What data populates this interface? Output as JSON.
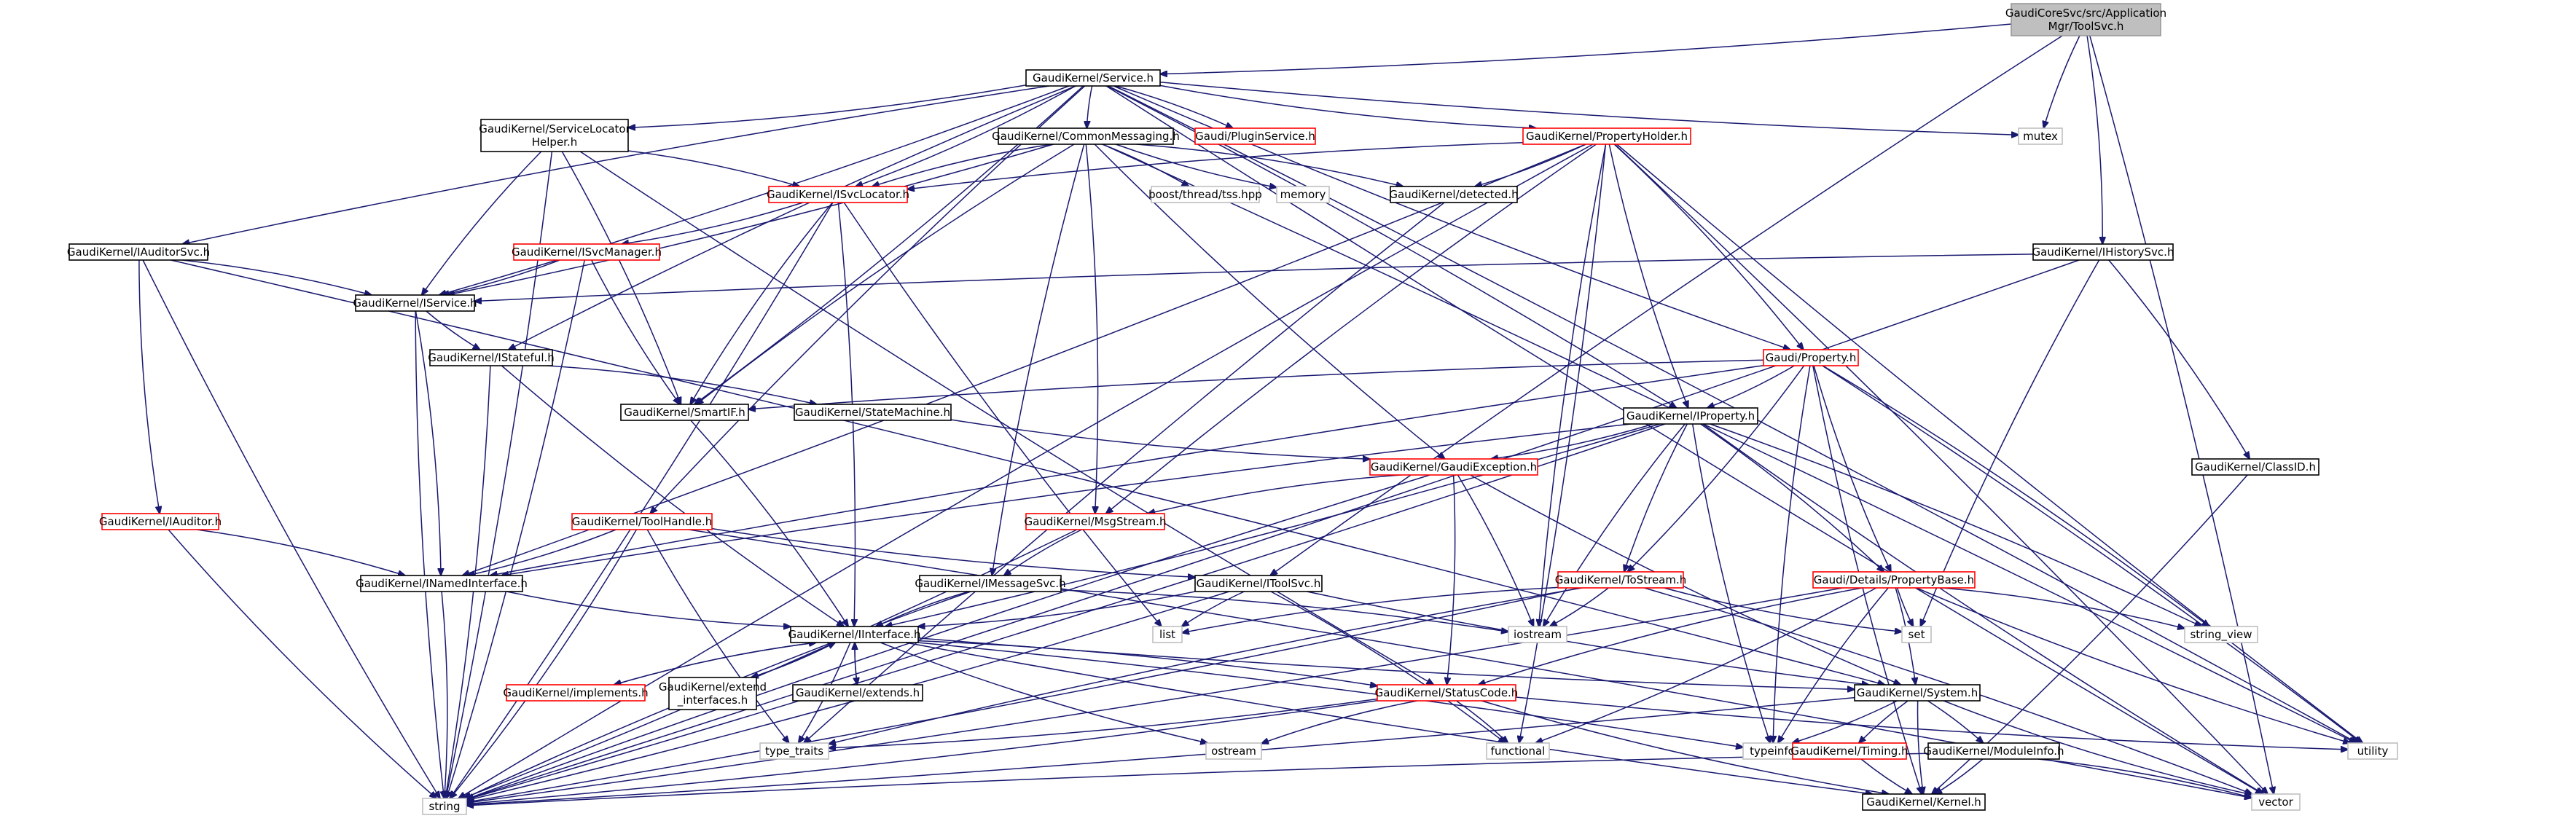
{
  "colors": {
    "edge": "#191970",
    "normal_border": "#000000",
    "error_border": "#ff0000",
    "header_border": "#999999",
    "header_fill": "#bfbfbf",
    "system_border": "#bfbfbf"
  },
  "nodes": [
    {
      "id": "toolsvc",
      "lines": [
        "GaudiCoreSvc/src/Application",
        "Mgr/ToolSvc.h"
      ],
      "kind": "header"
    },
    {
      "id": "service",
      "lines": [
        "GaudiKernel/Service.h"
      ],
      "kind": "normal"
    },
    {
      "id": "mutex",
      "lines": [
        "mutex"
      ],
      "kind": "system"
    },
    {
      "id": "ihistorysvc",
      "lines": [
        "GaudiKernel/IHistorySvc.h"
      ],
      "kind": "normal"
    },
    {
      "id": "vector",
      "lines": [
        "vector"
      ],
      "kind": "system"
    },
    {
      "id": "slhelper",
      "lines": [
        "GaudiKernel/ServiceLocator",
        "Helper.h"
      ],
      "kind": "normal"
    },
    {
      "id": "cmsg",
      "lines": [
        "GaudiKernel/CommonMessaging.h"
      ],
      "kind": "normal"
    },
    {
      "id": "pluginsvc",
      "lines": [
        "Gaudi/PluginService.h"
      ],
      "kind": "error"
    },
    {
      "id": "propholder",
      "lines": [
        "GaudiKernel/PropertyHolder.h"
      ],
      "kind": "error"
    },
    {
      "id": "isvcloc",
      "lines": [
        "GaudiKernel/ISvcLocator.h"
      ],
      "kind": "error"
    },
    {
      "id": "tss",
      "lines": [
        "boost/thread/tss.hpp"
      ],
      "kind": "system"
    },
    {
      "id": "memory",
      "lines": [
        "memory"
      ],
      "kind": "system"
    },
    {
      "id": "detected",
      "lines": [
        "GaudiKernel/detected.h"
      ],
      "kind": "normal"
    },
    {
      "id": "iauditorsvc",
      "lines": [
        "GaudiKernel/IAuditorSvc.h"
      ],
      "kind": "normal"
    },
    {
      "id": "isvcmgr",
      "lines": [
        "GaudiKernel/ISvcManager.h"
      ],
      "kind": "error"
    },
    {
      "id": "iservice",
      "lines": [
        "GaudiKernel/IService.h"
      ],
      "kind": "normal"
    },
    {
      "id": "istateful",
      "lines": [
        "GaudiKernel/IStateful.h"
      ],
      "kind": "normal"
    },
    {
      "id": "property",
      "lines": [
        "Gaudi/Property.h"
      ],
      "kind": "error"
    },
    {
      "id": "smartif",
      "lines": [
        "GaudiKernel/SmartIF.h"
      ],
      "kind": "normal"
    },
    {
      "id": "statemachine",
      "lines": [
        "GaudiKernel/StateMachine.h"
      ],
      "kind": "normal"
    },
    {
      "id": "iproperty",
      "lines": [
        "GaudiKernel/IProperty.h"
      ],
      "kind": "normal"
    },
    {
      "id": "classid",
      "lines": [
        "GaudiKernel/ClassID.h"
      ],
      "kind": "normal"
    },
    {
      "id": "gexc",
      "lines": [
        "GaudiKernel/GaudiException.h"
      ],
      "kind": "error"
    },
    {
      "id": "iauditor",
      "lines": [
        "GaudiKernel/IAuditor.h"
      ],
      "kind": "error"
    },
    {
      "id": "toolhandle",
      "lines": [
        "GaudiKernel/ToolHandle.h"
      ],
      "kind": "error"
    },
    {
      "id": "msgstream",
      "lines": [
        "GaudiKernel/MsgStream.h"
      ],
      "kind": "error"
    },
    {
      "id": "inamed",
      "lines": [
        "GaudiKernel/INamedInterface.h"
      ],
      "kind": "normal"
    },
    {
      "id": "imsgsvc",
      "lines": [
        "GaudiKernel/IMessageSvc.h"
      ],
      "kind": "normal"
    },
    {
      "id": "itoolsvc",
      "lines": [
        "GaudiKernel/IToolSvc.h"
      ],
      "kind": "normal"
    },
    {
      "id": "tostream",
      "lines": [
        "GaudiKernel/ToStream.h"
      ],
      "kind": "error"
    },
    {
      "id": "propbase",
      "lines": [
        "Gaudi/Details/PropertyBase.h"
      ],
      "kind": "error"
    },
    {
      "id": "iinterface",
      "lines": [
        "GaudiKernel/IInterface.h"
      ],
      "kind": "normal"
    },
    {
      "id": "list",
      "lines": [
        "list"
      ],
      "kind": "system"
    },
    {
      "id": "iostream",
      "lines": [
        "iostream"
      ],
      "kind": "system"
    },
    {
      "id": "set",
      "lines": [
        "set"
      ],
      "kind": "system"
    },
    {
      "id": "string_view",
      "lines": [
        "string_view"
      ],
      "kind": "system"
    },
    {
      "id": "implements",
      "lines": [
        "GaudiKernel/implements.h"
      ],
      "kind": "error"
    },
    {
      "id": "extendif",
      "lines": [
        "GaudiKernel/extend",
        "_interfaces.h"
      ],
      "kind": "normal"
    },
    {
      "id": "extends",
      "lines": [
        "GaudiKernel/extends.h"
      ],
      "kind": "normal"
    },
    {
      "id": "statuscode",
      "lines": [
        "GaudiKernel/StatusCode.h"
      ],
      "kind": "error"
    },
    {
      "id": "system",
      "lines": [
        "GaudiKernel/System.h"
      ],
      "kind": "normal"
    },
    {
      "id": "type_traits",
      "lines": [
        "type_traits"
      ],
      "kind": "system"
    },
    {
      "id": "ostream",
      "lines": [
        "ostream"
      ],
      "kind": "system"
    },
    {
      "id": "functional",
      "lines": [
        "functional"
      ],
      "kind": "system"
    },
    {
      "id": "typeinfo",
      "lines": [
        "typeinfo"
      ],
      "kind": "system"
    },
    {
      "id": "utility",
      "lines": [
        "utility"
      ],
      "kind": "system"
    },
    {
      "id": "timing",
      "lines": [
        "GaudiKernel/Timing.h"
      ],
      "kind": "error"
    },
    {
      "id": "moduleinfo",
      "lines": [
        "GaudiKernel/ModuleInfo.h"
      ],
      "kind": "normal"
    },
    {
      "id": "string",
      "lines": [
        "string"
      ],
      "kind": "system"
    },
    {
      "id": "kernel",
      "lines": [
        "GaudiKernel/Kernel.h"
      ],
      "kind": "normal"
    }
  ],
  "edges": [
    [
      "toolsvc",
      "service"
    ],
    [
      "toolsvc",
      "mutex"
    ],
    [
      "toolsvc",
      "ihistorysvc"
    ],
    [
      "toolsvc",
      "itoolsvc"
    ],
    [
      "toolsvc",
      "vector"
    ],
    [
      "service",
      "mutex"
    ],
    [
      "service",
      "slhelper"
    ],
    [
      "service",
      "cmsg"
    ],
    [
      "service",
      "pluginsvc"
    ],
    [
      "service",
      "propholder"
    ],
    [
      "service",
      "isvcloc"
    ],
    [
      "service",
      "iauditorsvc"
    ],
    [
      "service",
      "iservice"
    ],
    [
      "service",
      "istateful"
    ],
    [
      "service",
      "smartif"
    ],
    [
      "service",
      "toolhandle"
    ],
    [
      "service",
      "iproperty"
    ],
    [
      "service",
      "property"
    ],
    [
      "service",
      "utility"
    ],
    [
      "service",
      "vector"
    ],
    [
      "slhelper",
      "isvcloc"
    ],
    [
      "slhelper",
      "iservice"
    ],
    [
      "slhelper",
      "smartif"
    ],
    [
      "slhelper",
      "statuscode"
    ],
    [
      "slhelper",
      "string"
    ],
    [
      "cmsg",
      "isvcloc"
    ],
    [
      "cmsg",
      "iservice"
    ],
    [
      "cmsg",
      "smartif"
    ],
    [
      "cmsg",
      "tss"
    ],
    [
      "cmsg",
      "memory"
    ],
    [
      "cmsg",
      "detected"
    ],
    [
      "cmsg",
      "gexc"
    ],
    [
      "cmsg",
      "msgstream"
    ],
    [
      "cmsg",
      "imsgsvc"
    ],
    [
      "cmsg",
      "utility"
    ],
    [
      "propholder",
      "isvcloc"
    ],
    [
      "propholder",
      "detected"
    ],
    [
      "propholder",
      "iproperty"
    ],
    [
      "propholder",
      "property"
    ],
    [
      "propholder",
      "msgstream"
    ],
    [
      "propholder",
      "inamed"
    ],
    [
      "propholder",
      "iostream"
    ],
    [
      "propholder",
      "functional"
    ],
    [
      "propholder",
      "utility"
    ],
    [
      "propholder",
      "vector"
    ],
    [
      "propholder",
      "string"
    ],
    [
      "isvcloc",
      "isvcmgr"
    ],
    [
      "isvcloc",
      "smartif"
    ],
    [
      "isvcloc",
      "iinterface"
    ],
    [
      "isvcloc",
      "list"
    ],
    [
      "isvcloc",
      "string"
    ],
    [
      "detected",
      "type_traits"
    ],
    [
      "iauditorsvc",
      "iservice"
    ],
    [
      "iauditorsvc",
      "iauditor"
    ],
    [
      "iauditorsvc",
      "system"
    ],
    [
      "iauditorsvc",
      "string"
    ],
    [
      "isvcmgr",
      "iservice"
    ],
    [
      "isvcmgr",
      "smartif"
    ],
    [
      "isvcmgr",
      "string"
    ],
    [
      "iservice",
      "istateful"
    ],
    [
      "iservice",
      "inamed"
    ],
    [
      "iservice",
      "string"
    ],
    [
      "istateful",
      "statemachine"
    ],
    [
      "istateful",
      "iinterface"
    ],
    [
      "istateful",
      "string"
    ],
    [
      "ihistorysvc",
      "iservice"
    ],
    [
      "ihistorysvc",
      "classid"
    ],
    [
      "ihistorysvc",
      "set"
    ],
    [
      "ihistorysvc",
      "string"
    ],
    [
      "property",
      "smartif"
    ],
    [
      "property",
      "iproperty"
    ],
    [
      "property",
      "propbase"
    ],
    [
      "property",
      "tostream"
    ],
    [
      "property",
      "inamed"
    ],
    [
      "property",
      "string_view"
    ],
    [
      "property",
      "typeinfo"
    ],
    [
      "property",
      "utility"
    ],
    [
      "property",
      "kernel"
    ],
    [
      "smartif",
      "iinterface"
    ],
    [
      "statemachine",
      "gexc"
    ],
    [
      "iproperty",
      "gexc"
    ],
    [
      "iproperty",
      "tostream"
    ],
    [
      "iproperty",
      "propbase"
    ],
    [
      "iproperty",
      "inamed"
    ],
    [
      "iproperty",
      "iinterface"
    ],
    [
      "iproperty",
      "iostream"
    ],
    [
      "iproperty",
      "string_view"
    ],
    [
      "iproperty",
      "vector"
    ],
    [
      "iproperty",
      "string"
    ],
    [
      "iproperty",
      "typeinfo"
    ],
    [
      "classid",
      "kernel"
    ],
    [
      "gexc",
      "msgstream"
    ],
    [
      "gexc",
      "statuscode"
    ],
    [
      "gexc",
      "system"
    ],
    [
      "gexc",
      "iostream"
    ],
    [
      "gexc",
      "string"
    ],
    [
      "iauditor",
      "inamed"
    ],
    [
      "iauditor",
      "string"
    ],
    [
      "toolhandle",
      "inamed"
    ],
    [
      "toolhandle",
      "itoolsvc"
    ],
    [
      "toolhandle",
      "vector"
    ],
    [
      "toolhandle",
      "type_traits"
    ],
    [
      "toolhandle",
      "string"
    ],
    [
      "msgstream",
      "imsgsvc"
    ],
    [
      "msgstream",
      "string"
    ],
    [
      "inamed",
      "iinterface"
    ],
    [
      "inamed",
      "string"
    ],
    [
      "imsgsvc",
      "iinterface"
    ],
    [
      "imsgsvc",
      "iostream"
    ],
    [
      "imsgsvc",
      "string"
    ],
    [
      "itoolsvc",
      "iinterface"
    ],
    [
      "itoolsvc",
      "system"
    ],
    [
      "itoolsvc",
      "functional"
    ],
    [
      "itoolsvc",
      "list"
    ],
    [
      "itoolsvc",
      "string"
    ],
    [
      "tostream",
      "list"
    ],
    [
      "tostream",
      "iostream"
    ],
    [
      "tostream",
      "set"
    ],
    [
      "tostream",
      "vector"
    ],
    [
      "tostream",
      "type_traits"
    ],
    [
      "tostream",
      "string"
    ],
    [
      "propbase",
      "statuscode"
    ],
    [
      "propbase",
      "system"
    ],
    [
      "propbase",
      "set"
    ],
    [
      "propbase",
      "string_view"
    ],
    [
      "propbase",
      "typeinfo"
    ],
    [
      "propbase",
      "functional"
    ],
    [
      "propbase",
      "utility"
    ],
    [
      "propbase",
      "string"
    ],
    [
      "iinterface",
      "implements"
    ],
    [
      "iinterface",
      "extendif"
    ],
    [
      "iinterface",
      "extends"
    ],
    [
      "iinterface",
      "statuscode"
    ],
    [
      "iinterface",
      "system"
    ],
    [
      "iinterface",
      "type_traits"
    ],
    [
      "iinterface",
      "ostream"
    ],
    [
      "iinterface",
      "typeinfo"
    ],
    [
      "iinterface",
      "kernel"
    ],
    [
      "implements",
      "iinterface"
    ],
    [
      "extendif",
      "iinterface"
    ],
    [
      "extends",
      "iinterface"
    ],
    [
      "statuscode",
      "kernel"
    ],
    [
      "statuscode",
      "functional"
    ],
    [
      "statuscode",
      "ostream"
    ],
    [
      "statuscode",
      "type_traits"
    ],
    [
      "statuscode",
      "utility"
    ],
    [
      "statuscode",
      "string"
    ],
    [
      "system",
      "timing"
    ],
    [
      "system",
      "moduleinfo"
    ],
    [
      "system",
      "kernel"
    ],
    [
      "system",
      "typeinfo"
    ],
    [
      "system",
      "vector"
    ],
    [
      "system",
      "string"
    ],
    [
      "timing",
      "kernel"
    ],
    [
      "moduleinfo",
      "kernel"
    ],
    [
      "moduleinfo",
      "string"
    ],
    [
      "moduleinfo",
      "vector"
    ]
  ]
}
